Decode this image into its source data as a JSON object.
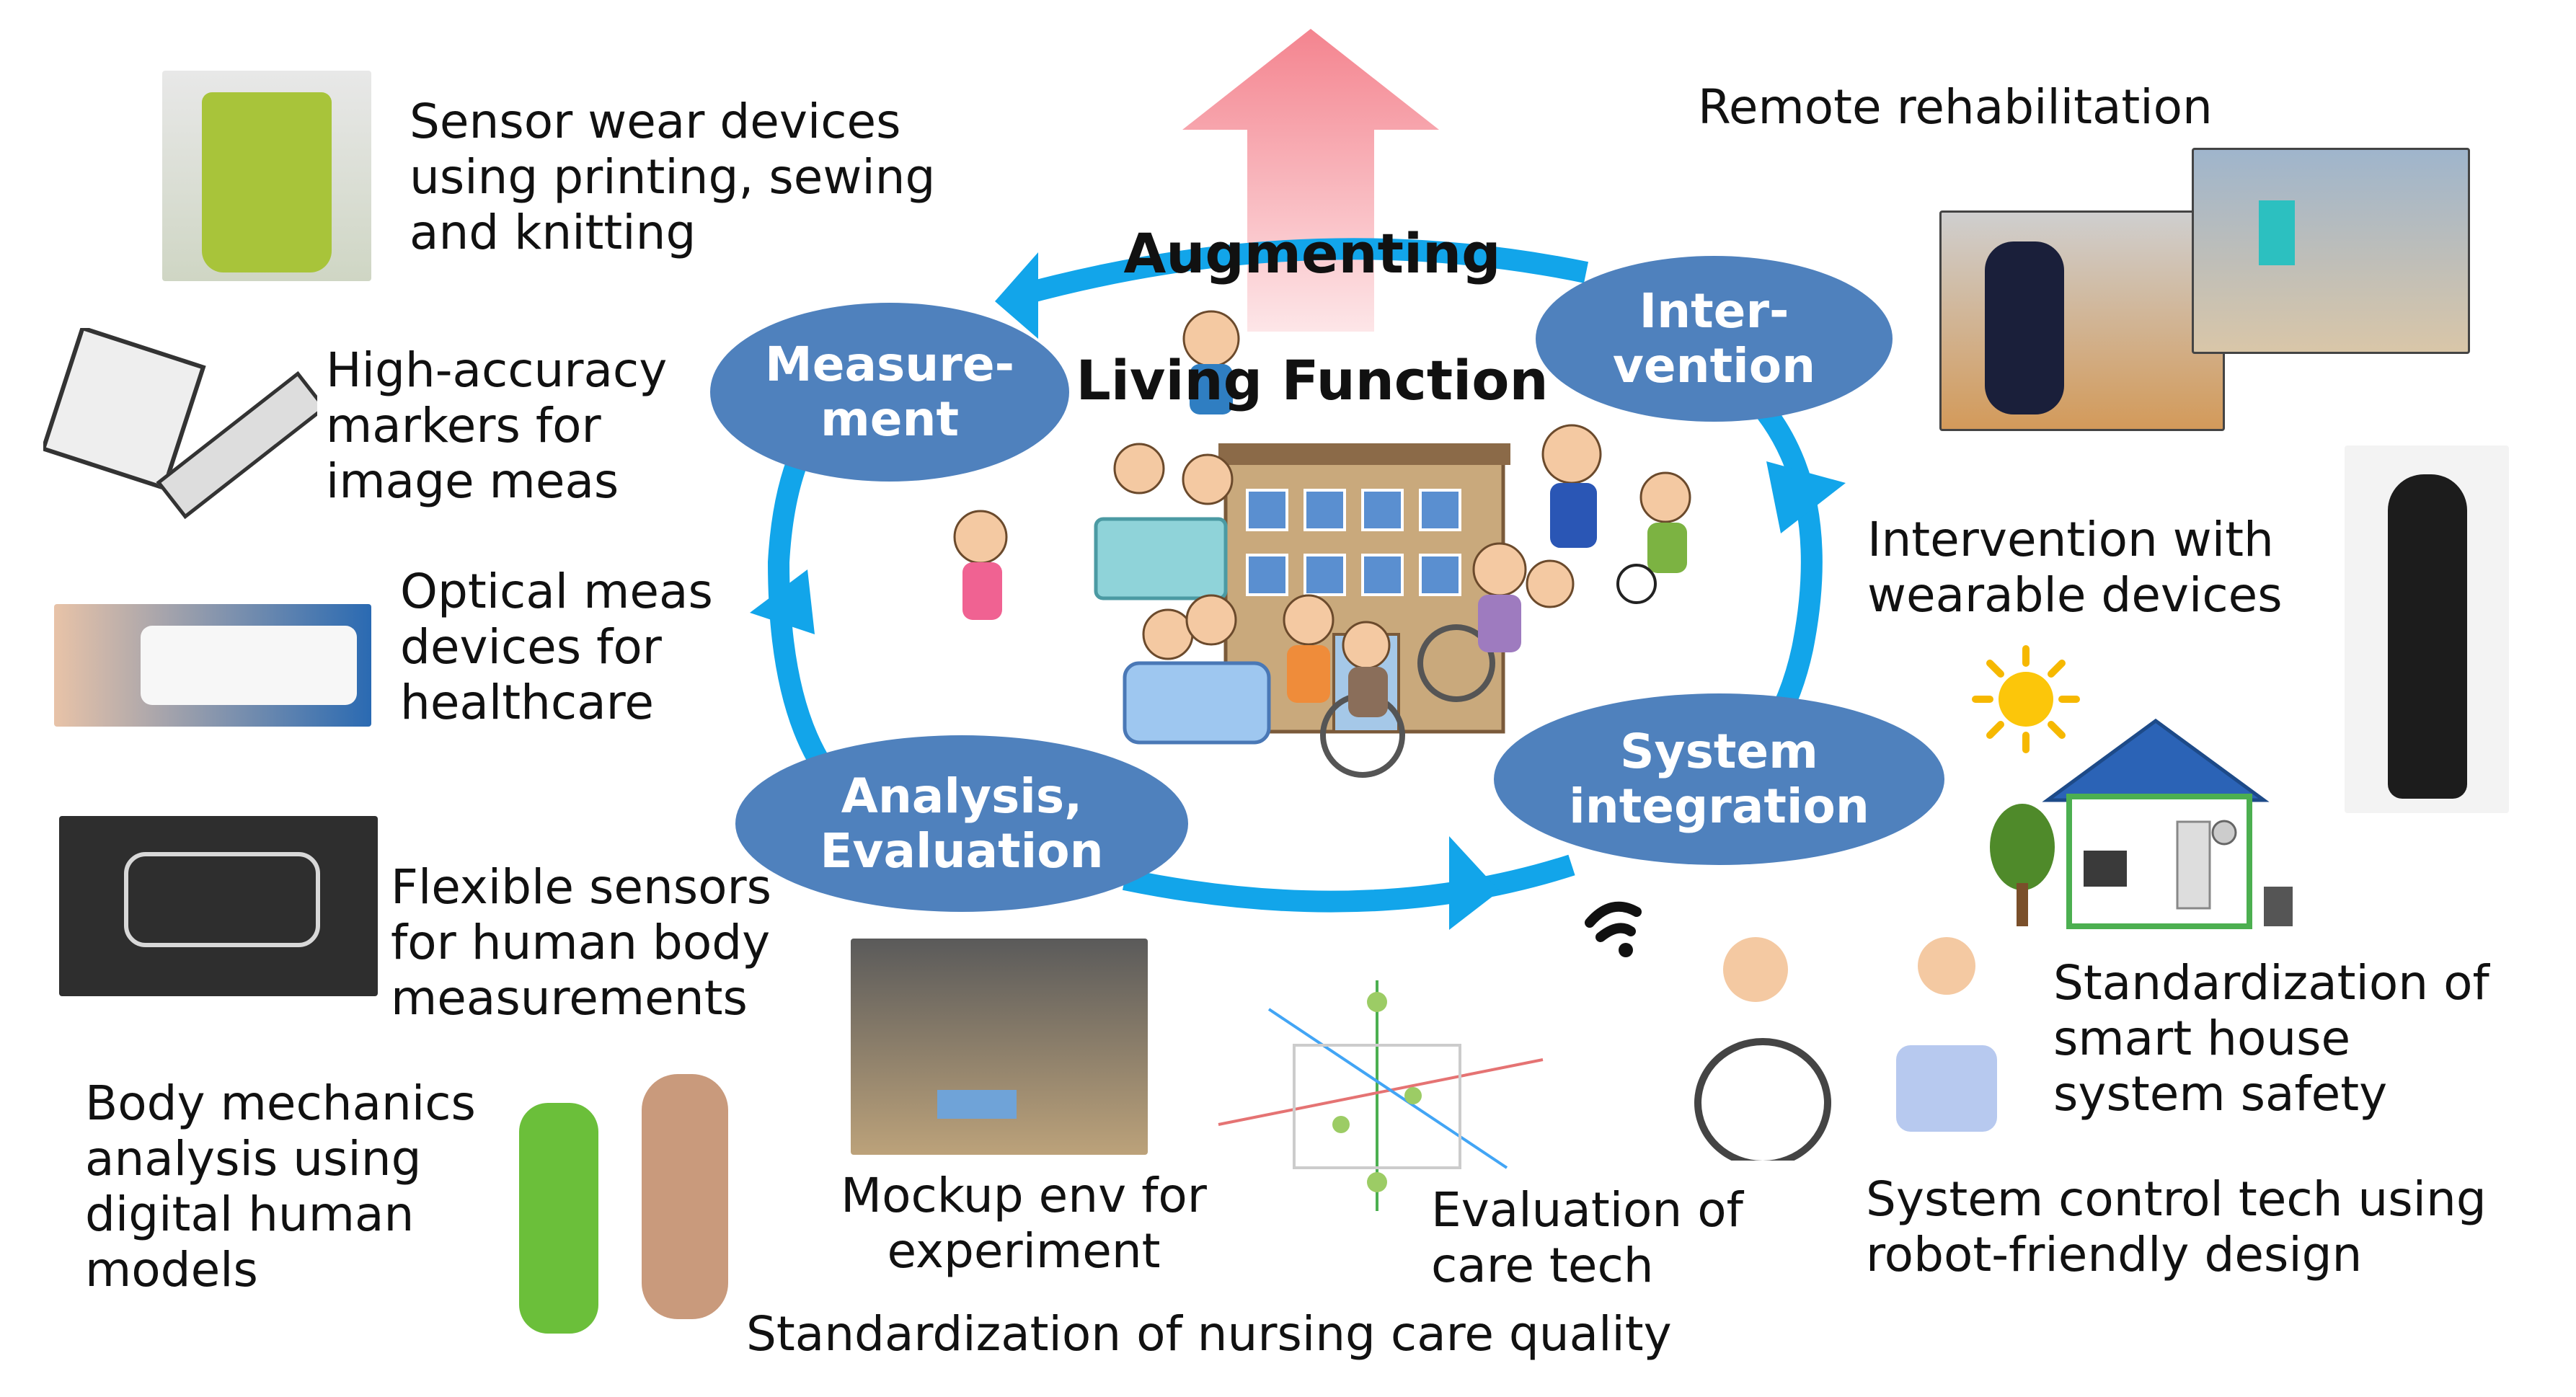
{
  "goal": {
    "line1": "Augmenting",
    "line2": "Living Function"
  },
  "nodes": {
    "measurement": "Measure-\nment",
    "intervention": "Inter-\nvention",
    "analysis": "Analysis,\nEvaluation",
    "system_integration": "System\nintegration"
  },
  "labels": {
    "sensor_wear": "Sensor wear devices\nusing printing, sewing\nand knitting",
    "markers": "High-accuracy\nmarkers for\nimage meas",
    "optical": "Optical meas\ndevices for\nhealthcare",
    "flexible": "Flexible sensors\nfor human body\nmeasurements",
    "body_mechanics": "Body mechanics\nanalysis using\ndigital human\nmodels",
    "mockup": "Mockup env for\nexperiment",
    "evaluation_care": "Evaluation of\ncare tech",
    "nursing_quality": "Standardization of nursing care quality",
    "remote_rehab": "Remote rehabilitation",
    "wearable": "Intervention with\nwearable devices",
    "smart_house": "Standardization of\nsmart house\nsystem safety",
    "robot_friendly": "System control tech using\nrobot-friendly design"
  },
  "colors": {
    "node_fill": "#4f81bd",
    "cycle_arrow": "#12a5ea",
    "goal_arrow": "#f8a0a8"
  },
  "icons": [
    "up-arrow-icon",
    "wifi-icon",
    "sun-icon",
    "soccer-ball-icon"
  ]
}
